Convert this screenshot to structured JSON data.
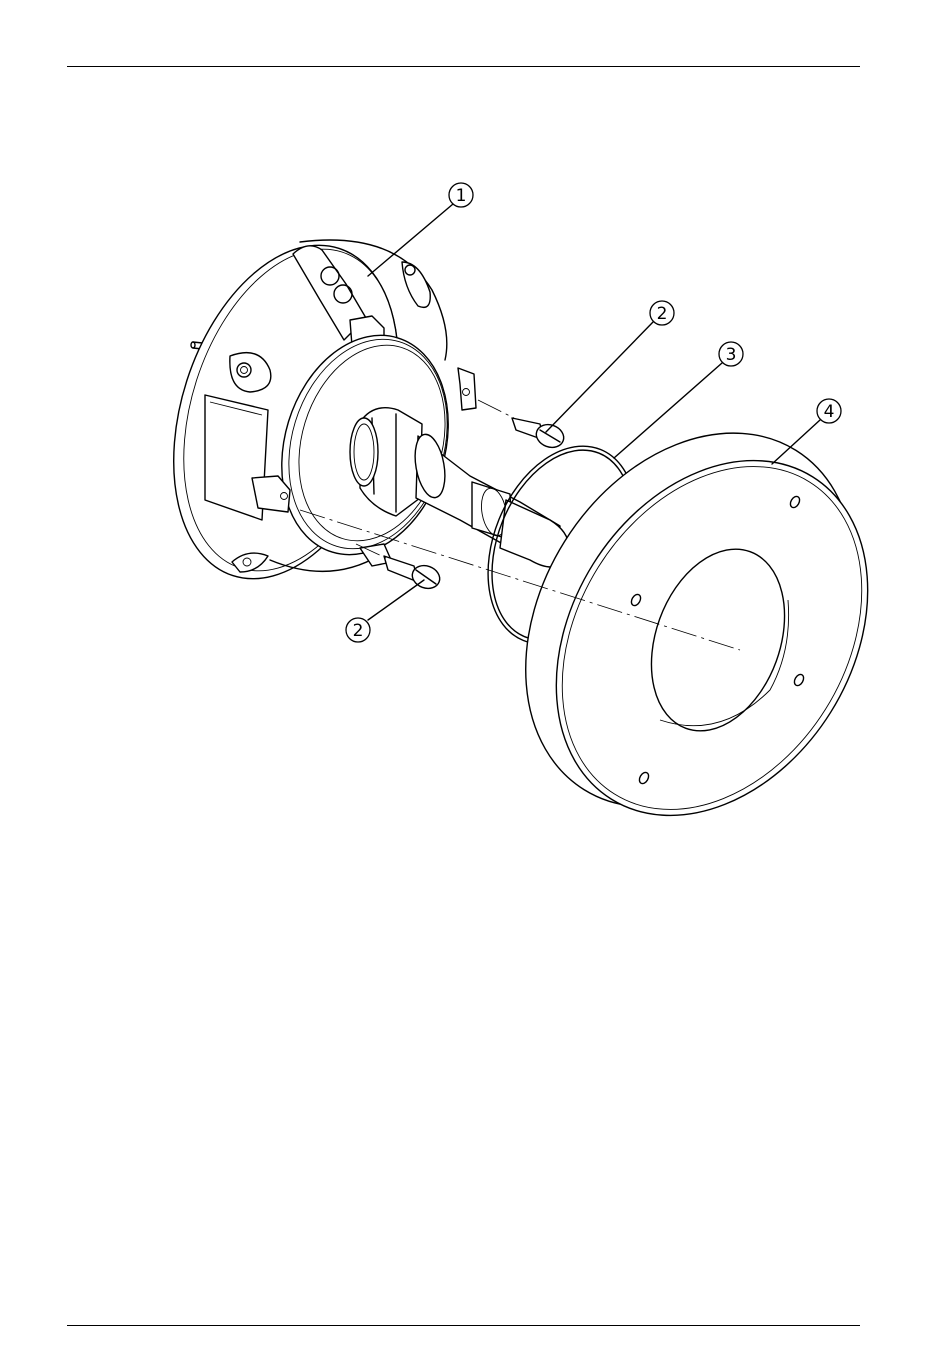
{
  "callouts": [
    {
      "id": 1,
      "label": "1"
    },
    {
      "id": 2,
      "label": "2"
    },
    {
      "id": 3,
      "label": "3"
    },
    {
      "id": 4,
      "label": "4"
    },
    {
      "id": 5,
      "label": "2"
    }
  ]
}
